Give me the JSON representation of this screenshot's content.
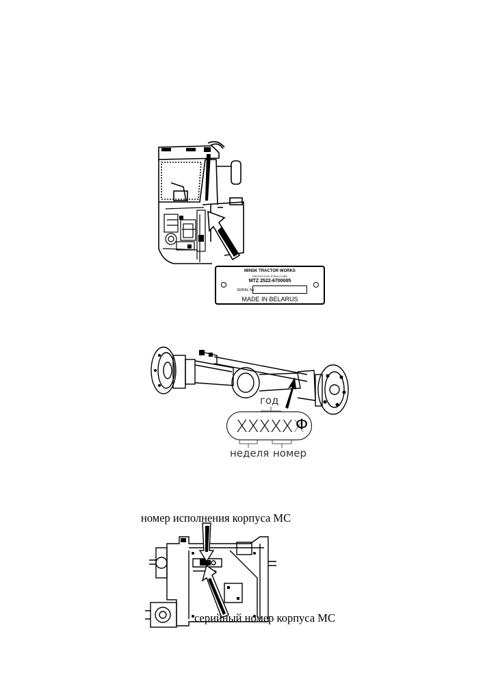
{
  "figures": {
    "cab": {
      "plate": {
        "manufacturer": "MINSK TRACTOR WORKS",
        "subtitle": "PROTECTIVE STRUCTURE",
        "model": "MTZ 2522-6700005",
        "serial_label": "SERIAL No",
        "origin": "MADE IN BELARUS"
      }
    },
    "axle": {
      "code_main": "XXXXX",
      "code_last": "X",
      "code_suffix": "Ф",
      "label_year": "год",
      "label_week": "неделя",
      "label_number": "номер"
    },
    "housing": {
      "caption_top": "номер исполнения корпуса МС",
      "caption_bottom": "серийный номер корпуса МС"
    }
  }
}
